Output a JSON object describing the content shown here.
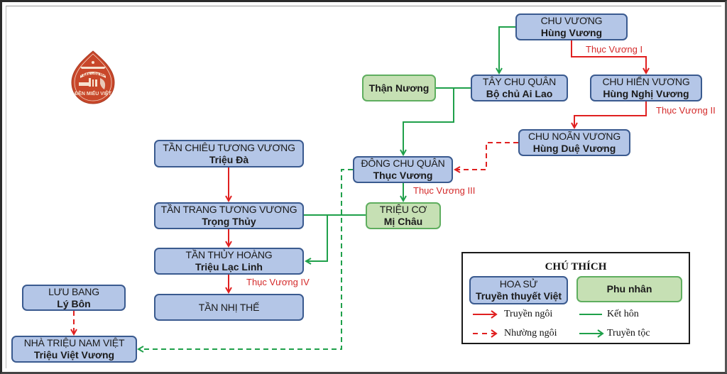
{
  "logo": {
    "icon": "den-mieu-viet-logo",
    "top_text": "DI SẢN VĂN HÓA",
    "bottom_text": "ĐỀN MIẾU VIỆT",
    "color": "#c8472a"
  },
  "colors": {
    "succession": "#e02020",
    "marriage": "#1fa04a",
    "chinese_node_fill": "#b4c6e7",
    "chinese_node_border": "#3a5a8f",
    "consort_node_fill": "#c6e0b4",
    "consort_node_border": "#5fae5f",
    "edge_label": "#d42a2a"
  },
  "nodes": {
    "chu_vuong": {
      "title": "CHU VƯƠNG",
      "name": "Hùng Vương"
    },
    "tay_chu_quan": {
      "title": "TÂY CHU QUÂN",
      "name": "Bộ chủ Ai Lao"
    },
    "than_nuong": {
      "name": "Thận Nương"
    },
    "chu_hien_vuong": {
      "title": "CHU HIỂN VƯƠNG",
      "name": "Hùng Nghị Vương"
    },
    "chu_noan_vuong": {
      "title": "CHU NOÃN VƯƠNG",
      "name": "Hùng Duệ Vương"
    },
    "dong_chu_quan": {
      "title": "ĐÔNG CHU QUÂN",
      "name": "Thục Vương"
    },
    "trieu_co": {
      "title": "TRIỆU CƠ",
      "name": "Mị Châu"
    },
    "tan_chieu_tuong_vuong": {
      "title": "TẦN CHIÊU TƯƠNG VƯƠNG",
      "name": "Triệu Đà"
    },
    "tan_trang_tuong_vuong": {
      "title": "TẦN TRANG TƯƠNG VƯƠNG",
      "name": "Trọng Thủy"
    },
    "tan_thuy_hoang": {
      "title": "TẦN THỦY HOÀNG",
      "name": "Triệu Lạc Linh"
    },
    "tan_nhi_the": {
      "title": "TẦN NHỊ THẾ"
    },
    "luu_bang": {
      "title": "LƯU BANG",
      "name": "Lý Bôn"
    },
    "nha_trieu_nam_viet": {
      "title": "NHÀ TRIỆU NAM VIỆT",
      "name": "Triệu Việt Vương"
    }
  },
  "edge_labels": {
    "thuc_vuong_1": "Thục Vương I",
    "thuc_vuong_2": "Thục Vương II",
    "thuc_vuong_3": "Thục Vương III",
    "thuc_vuong_4": "Thục Vương IV"
  },
  "edges": [
    {
      "from": "chu_vuong",
      "to": "chu_hien_vuong",
      "type": "succession",
      "label": "Thục Vương I"
    },
    {
      "from": "chu_hien_vuong",
      "to": "chu_noan_vuong",
      "type": "succession",
      "label": "Thục Vương II"
    },
    {
      "from": "chu_noan_vuong",
      "to": "dong_chu_quan",
      "type": "abdication"
    },
    {
      "from": "chu_vuong",
      "to": "tay_chu_quan",
      "type": "lineage"
    },
    {
      "from": "than_nuong",
      "to": "tay_chu_quan",
      "type": "marriage"
    },
    {
      "from": "than_nuong+tay_chu_quan",
      "to": "dong_chu_quan",
      "type": "lineage"
    },
    {
      "from": "dong_chu_quan",
      "to": "trieu_co",
      "type": "lineage",
      "label": "Thục Vương III"
    },
    {
      "from": "tan_trang_tuong_vuong",
      "to": "trieu_co",
      "type": "marriage"
    },
    {
      "from": "tan_trang_tuong_vuong+trieu_co",
      "to": "tan_thuy_hoang",
      "type": "lineage"
    },
    {
      "from": "tan_chieu_tuong_vuong",
      "to": "tan_trang_tuong_vuong",
      "type": "succession"
    },
    {
      "from": "tan_trang_tuong_vuong",
      "to": "tan_thuy_hoang",
      "type": "succession"
    },
    {
      "from": "tan_thuy_hoang",
      "to": "tan_nhi_the",
      "type": "succession",
      "label": "Thục Vương IV"
    },
    {
      "from": "luu_bang",
      "to": "nha_trieu_nam_viet",
      "type": "abdication"
    },
    {
      "from": "dong_chu_quan",
      "to": "nha_trieu_nam_viet",
      "type": "lineage-dashed"
    }
  ],
  "legend": {
    "title": "CHÚ THÍCH",
    "chinese_box": {
      "title": "HOA SỬ",
      "name": "Truyền thuyết Việt"
    },
    "consort_box": {
      "name": "Phu nhân"
    },
    "items": [
      {
        "symbol": "red-arrow",
        "label": "Truyền ngôi"
      },
      {
        "symbol": "green-line",
        "label": "Kết hôn"
      },
      {
        "symbol": "red-dashed-arrow",
        "label": "Nhường ngôi"
      },
      {
        "symbol": "green-arrow",
        "label": "Truyền tộc"
      }
    ]
  }
}
